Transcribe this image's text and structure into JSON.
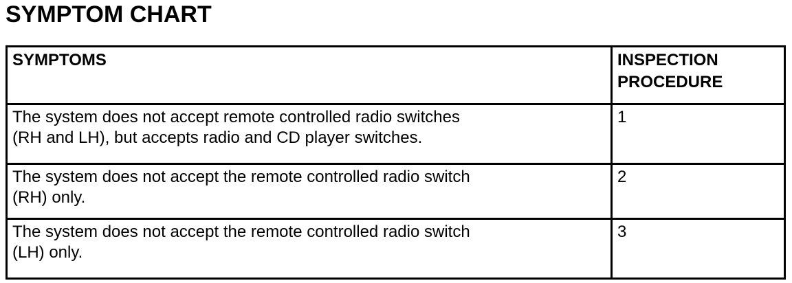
{
  "page": {
    "title": "SYMPTOM CHART"
  },
  "table": {
    "headers": {
      "symptoms": "SYMPTOMS",
      "procedure": "INSPECTION PROCEDURE"
    },
    "rows": [
      {
        "symptom": "The system does not accept remote controlled radio switches\n(RH and LH), but accepts radio and CD player switches.",
        "procedure": "1"
      },
      {
        "symptom": "The system does not accept the remote controlled radio switch\n(RH) only.",
        "procedure": "2"
      },
      {
        "symptom": "The system does not accept the remote controlled radio switch\n(LH) only.",
        "procedure": "3"
      }
    ]
  }
}
